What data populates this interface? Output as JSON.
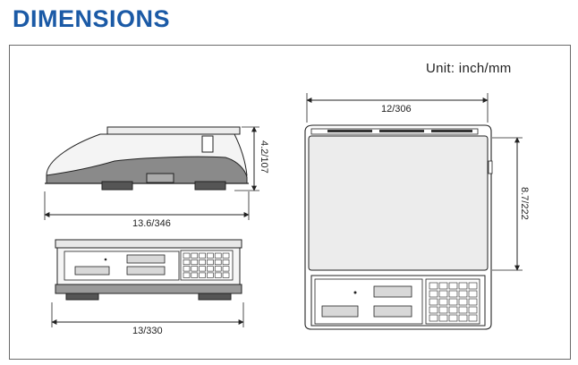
{
  "page": {
    "title": "DIMENSIONS",
    "unit_label": "Unit: inch/mm"
  },
  "dimensions": {
    "side_height": "4.2/107",
    "side_depth": "13.6/346",
    "front_width": "13/330",
    "top_width": "12/306",
    "top_depth": "8.7/222"
  },
  "colors": {
    "title": "#1b5aa6",
    "outline": "#222222",
    "base_fill": "#8a8a8a",
    "panel_fill": "#d8d8d8"
  }
}
